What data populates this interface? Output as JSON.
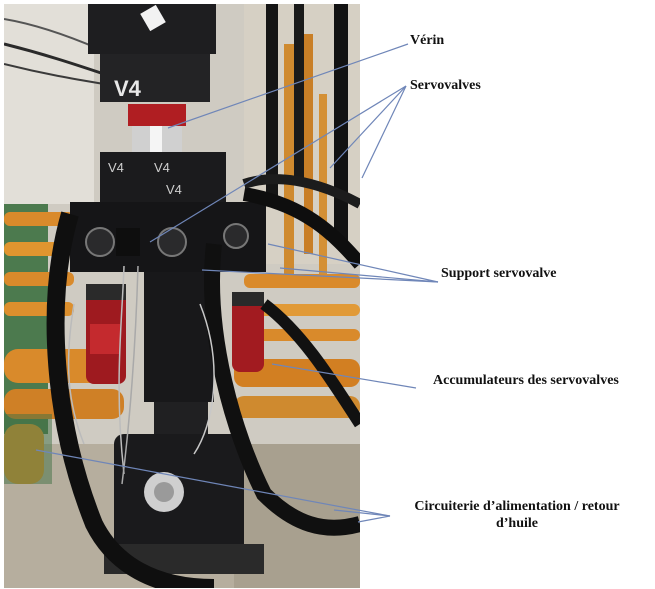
{
  "labels": {
    "verin": "Vérin",
    "servovalves": "Servovalves",
    "support": "Support servovalve",
    "accumulateurs": "Accumulateurs des servovalves",
    "circuiterie": "Circuiterie d’alimentation / retour d’huile"
  },
  "photo": {
    "markings": [
      "V4",
      "V4",
      "V4",
      "V4"
    ]
  },
  "colors": {
    "leader_line": "#6f86b8",
    "pipe_orange": "#d98a2b",
    "machine_black": "#1b1b1d",
    "hose_black": "#101010",
    "accumulator_red": "#b01e22",
    "wall": "#d8d4cc",
    "floor": "#b9b2a3"
  }
}
